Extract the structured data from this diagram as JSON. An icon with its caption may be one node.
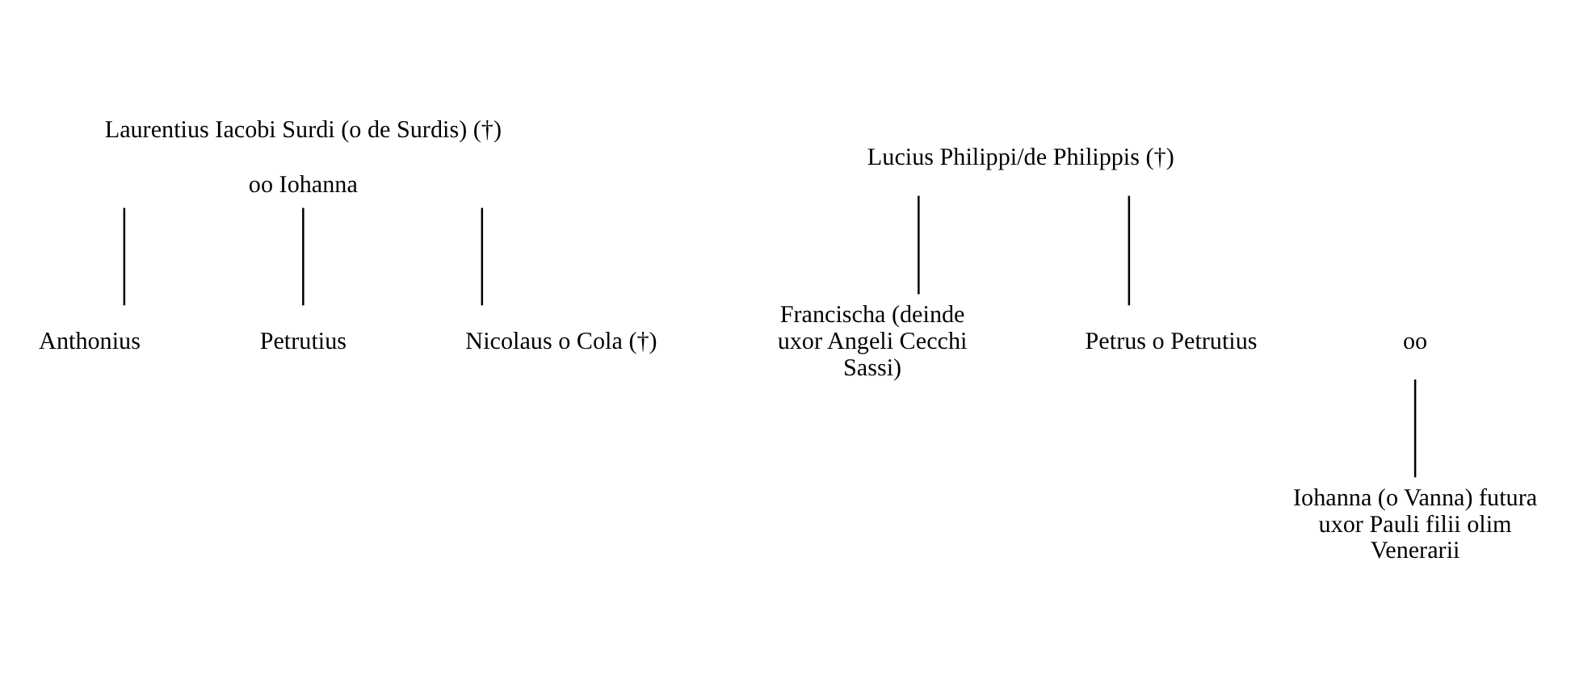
{
  "diagram": {
    "nodes": [
      {
        "text": [
          "Laurentius Iacobi Surdi (o de Surdis) (†)",
          "oo Iohanna"
        ]
      },
      {
        "text": [
          "Lucius Philippi/de Philippis (†)"
        ]
      },
      {
        "text": [
          "Anthonius"
        ]
      },
      {
        "text": [
          "Petrutius"
        ]
      },
      {
        "text": [
          "Nicolaus o Cola (†)"
        ]
      },
      {
        "text": [
          "oo"
        ]
      },
      {
        "text": [
          "Francischa (deinde uxor Angeli Cecchi Sassi)"
        ]
      },
      {
        "text": [
          "Petrus o Petrutius"
        ]
      },
      {
        "text": [
          "Iohanna (o Vanna) futura uxor Pauli filii olim Venerarii"
        ]
      }
    ],
    "edges": [
      {
        "from": 0,
        "to": 2,
        "arrow": "none"
      },
      {
        "from": 0,
        "to": 3,
        "arrow": "none"
      },
      {
        "from": 0,
        "to": 4,
        "arrow": "none"
      },
      {
        "from": 1,
        "to": 6,
        "arrow": "none"
      },
      {
        "from": 1,
        "to": 7,
        "arrow": "none"
      },
      {
        "from": 5,
        "to": 8,
        "arrow": "none"
      }
    ]
  }
}
